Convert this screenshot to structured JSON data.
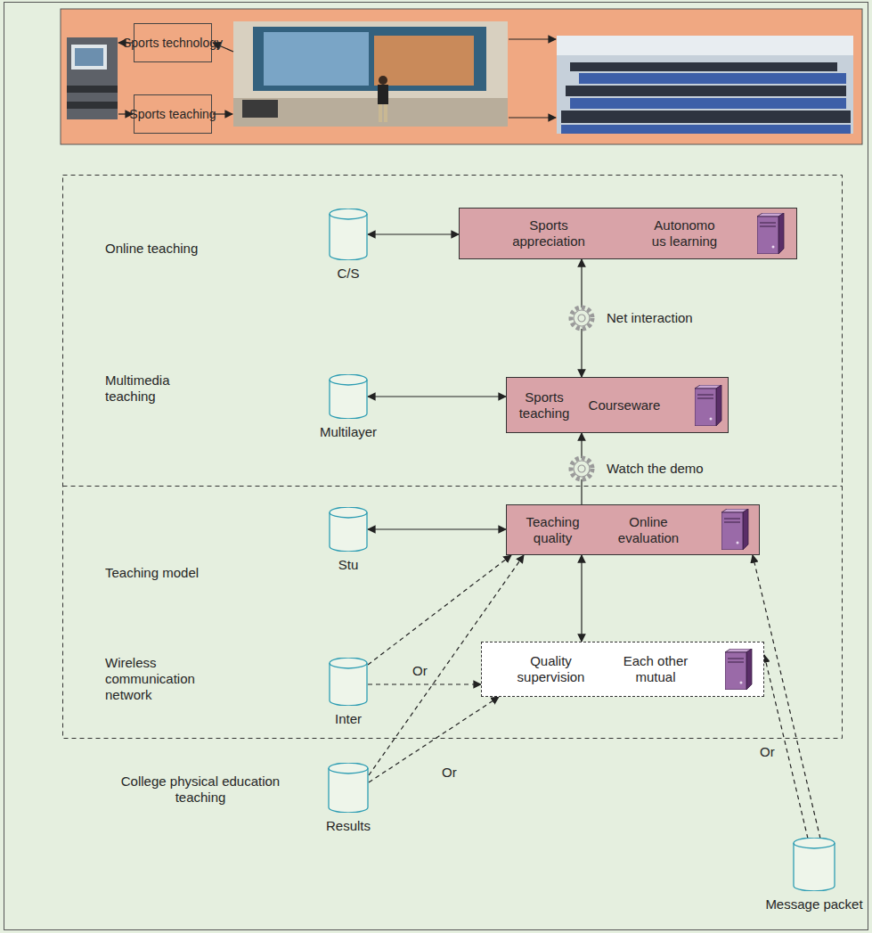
{
  "diagram": {
    "nodes": [
      {
        "text": [
          "Sports technology"
        ]
      },
      {
        "text": [
          "Sports teaching"
        ]
      },
      {
        "text": [
          "C/S"
        ]
      },
      {
        "text": [
          "Sports appreciation",
          "Autonomo us learning"
        ]
      },
      {
        "text": [
          "Multilayer"
        ]
      },
      {
        "text": [
          "Sports teaching",
          "Courseware"
        ]
      },
      {
        "text": [
          "Stu"
        ]
      },
      {
        "text": [
          "Teaching quality",
          "Online evaluation"
        ]
      },
      {
        "text": [
          "Inter"
        ]
      },
      {
        "text": [
          "Quality supervision",
          "Each other mutual"
        ]
      },
      {
        "text": [
          "Results"
        ]
      },
      {
        "text": [
          "Message packet"
        ]
      }
    ],
    "edges": [
      {
        "from": 3,
        "to": 5,
        "arrow": "both",
        "label": "Net interaction"
      },
      {
        "from": 7,
        "to": 5,
        "arrow": "to",
        "label": "Watch the demo"
      },
      {
        "from": 2,
        "to": 3,
        "arrow": "both"
      },
      {
        "from": 4,
        "to": 5,
        "arrow": "both"
      },
      {
        "from": 6,
        "to": 7,
        "arrow": "both"
      },
      {
        "from": 7,
        "to": 9,
        "arrow": "both"
      },
      {
        "from": 8,
        "to": 7,
        "arrow": "to"
      },
      {
        "from": 8,
        "to": 9,
        "arrow": "to"
      },
      {
        "from": 10,
        "to": 7,
        "arrow": "to"
      },
      {
        "from": 10,
        "to": 9,
        "arrow": "to"
      },
      {
        "from": 11,
        "to": 7,
        "arrow": "to"
      },
      {
        "from": 11,
        "to": 9,
        "arrow": "to"
      }
    ],
    "labels": [
      "Online teaching",
      "Multimedia teaching",
      "Teaching model",
      "Wireless communication network",
      "College physical education teaching",
      "Or",
      "Or",
      "Or"
    ]
  }
}
